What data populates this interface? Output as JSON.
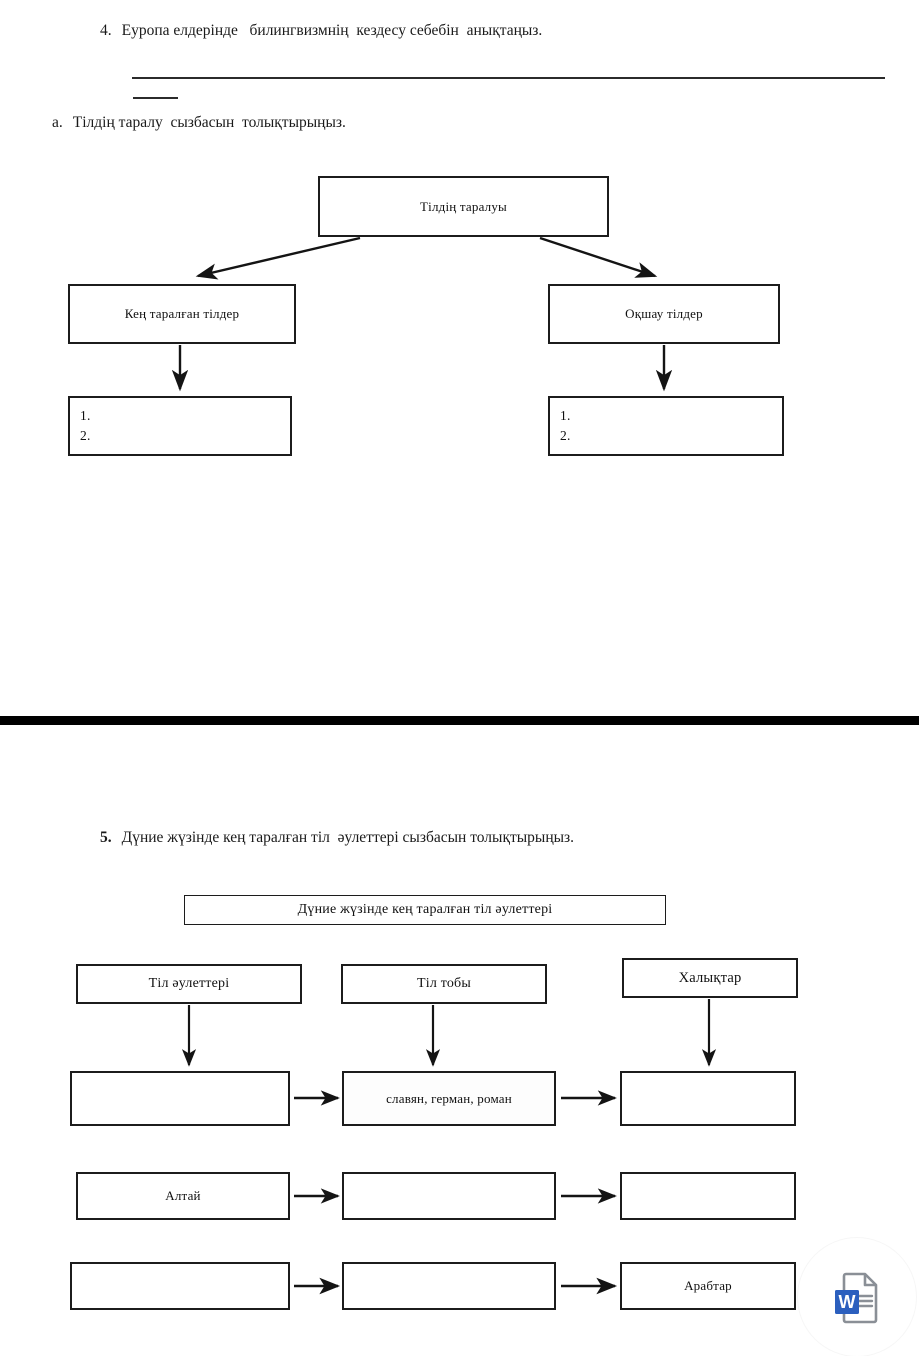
{
  "document": {
    "language": "kk",
    "page_background": "#ffffff",
    "ink_color": "#1a1a1a",
    "separator_color": "#000000"
  },
  "question4": {
    "number": "4.",
    "text": "Еуропа елдерінде   билингвизмнің  кездесу себебін  анықтаңыз."
  },
  "question4a": {
    "number": "a.",
    "text": "Тілдің таралу  сызбасын  толықтырыңыз."
  },
  "diagram1": {
    "root": {
      "label": "Тілдің таралуы"
    },
    "branches": [
      {
        "label": "Кең таралған тілдер"
      },
      {
        "label": "Оқшау тілдер"
      }
    ],
    "answer_boxes": [
      {
        "items": [
          "1.",
          "2."
        ]
      },
      {
        "items": [
          "1.",
          "2."
        ]
      }
    ]
  },
  "question5": {
    "number": "5.",
    "text": "Дүние жүзінде кең таралған тіл  әулеттері сызбасын толықтырыңыз."
  },
  "diagram2": {
    "title": "Дүние жүзінде кең таралған тіл әулеттері",
    "column_headers": [
      {
        "label": "Тіл  әулеттері"
      },
      {
        "label": "Тіл тобы"
      },
      {
        "label": "Халықтар"
      }
    ],
    "rows": [
      {
        "cells": [
          {
            "label": ""
          },
          {
            "label": "славян, герман, роман"
          },
          {
            "label": ""
          }
        ]
      },
      {
        "cells": [
          {
            "label": "Алтай"
          },
          {
            "label": ""
          },
          {
            "label": ""
          }
        ]
      },
      {
        "cells": [
          {
            "label": ""
          },
          {
            "label": ""
          },
          {
            "label": "Арабтар"
          }
        ]
      }
    ]
  },
  "watermark": {
    "icon": "word-document-icon",
    "letter": "W",
    "colors": {
      "word_blue": "#2b5fbe",
      "page_outline": "#8a8f96",
      "text_lines": "#8a8f96"
    }
  }
}
